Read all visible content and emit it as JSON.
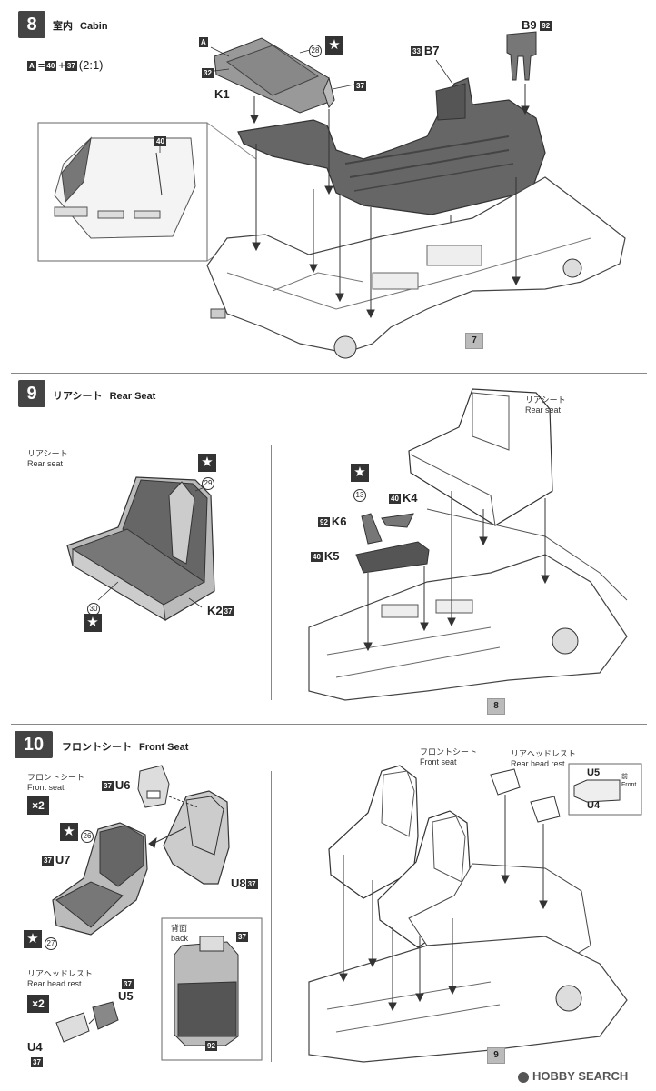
{
  "steps": [
    {
      "number": "8",
      "title_jp": "室内",
      "title_en": "Cabin"
    },
    {
      "number": "9",
      "title_jp": "リアシート",
      "title_en": "Rear Seat"
    },
    {
      "number": "10",
      "title_jp": "フロントシート",
      "title_en": "Front Seat"
    }
  ],
  "step8": {
    "formula": {
      "a": "A",
      "eq": "=",
      "b": "40",
      "plus": "+",
      "c": "37",
      "ratio": "(2:1)"
    },
    "labels": {
      "a": "A",
      "n28": "28",
      "n32": "32",
      "n37": "37",
      "k1": "K1",
      "b7_num": "33",
      "b7": "B7",
      "b9": "B9",
      "b9_num": "92",
      "inset_40": "40",
      "ref_badge": "7"
    }
  },
  "step9": {
    "left": {
      "label_jp": "リアシート",
      "label_en": "Rear seat",
      "n29": "29",
      "n30": "30",
      "k2": "K2",
      "k2_num": "37"
    },
    "right": {
      "label_jp": "リアシート",
      "label_en": "Rear seat",
      "n13": "13",
      "k4_num": "40",
      "k4": "K4",
      "k6_num": "92",
      "k6": "K6",
      "k5_num": "40",
      "k5": "K5",
      "ref_badge": "8"
    }
  },
  "step10": {
    "front_jp": "フロントシート",
    "front_en": "Front seat",
    "x2": "×2",
    "u6_num": "37",
    "u6": "U6",
    "n26": "26",
    "u7_num": "37",
    "u7": "U7",
    "u8": "U8",
    "u8_num": "37",
    "n27": "27",
    "back_jp": "背面",
    "back_en": "back",
    "back_37": "37",
    "back_92": "92",
    "rear_jp": "リアヘッドレスト",
    "rear_en": "Rear head rest",
    "rear_x2": "×2",
    "u5_num": "37",
    "u5": "U5",
    "u4": "U4",
    "u4_num": "37",
    "right_front_jp": "フロントシート",
    "right_front_en": "Front seat",
    "right_rear_jp": "リアヘッドレスト",
    "right_rear_en": "Rear head rest",
    "inset_u5": "U5",
    "inset_u4": "U4",
    "inset_front_jp": "前",
    "inset_front_en": "Front",
    "ref_badge": "9"
  },
  "watermark": "HOBBY SEARCH"
}
